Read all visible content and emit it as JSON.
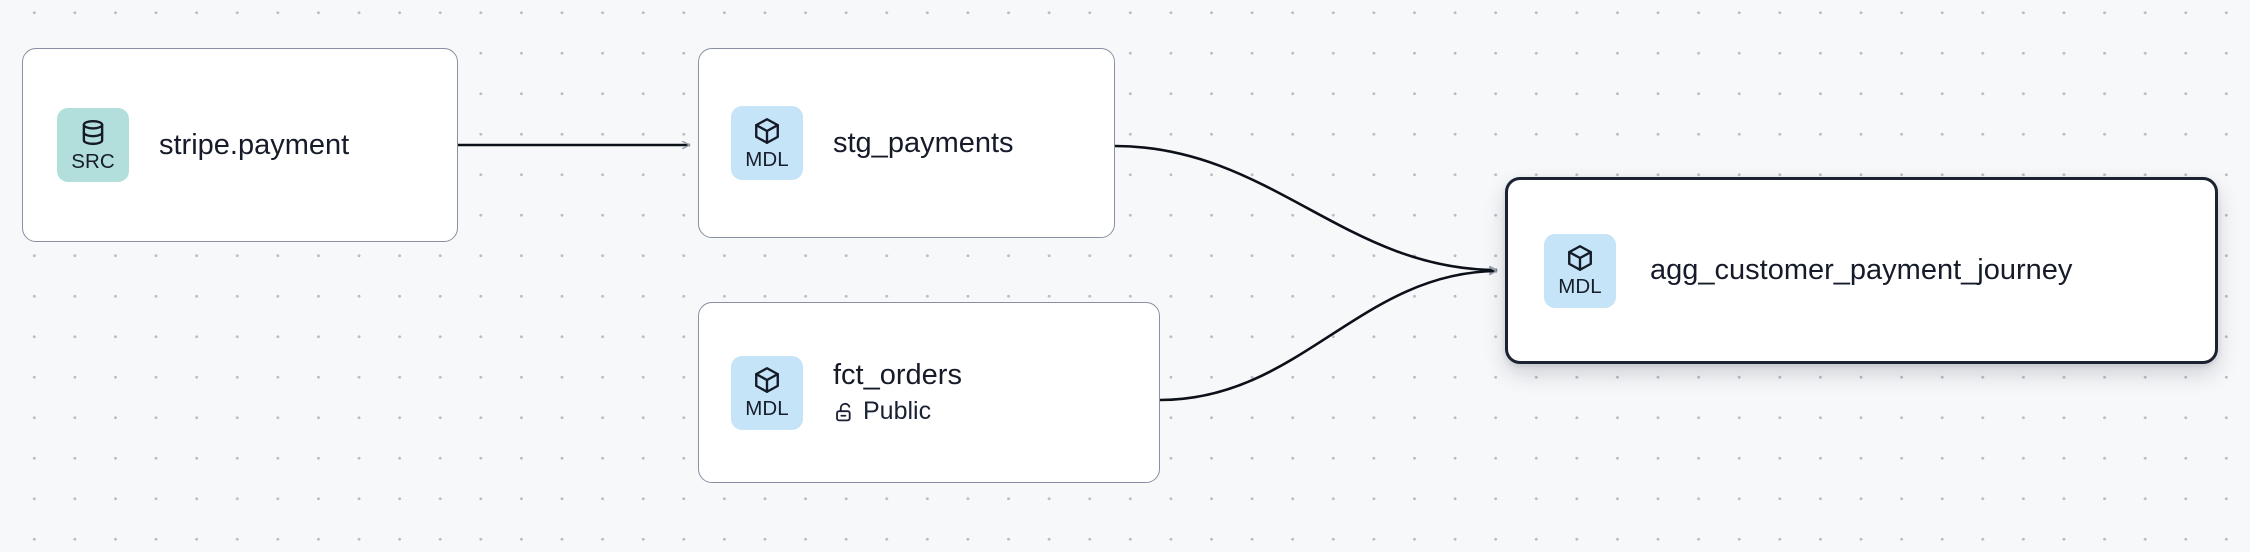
{
  "canvas": {
    "background_color": "#f7f8fa",
    "dot_color": "#b9bdc9",
    "edge_color": "#0b1019",
    "arrow_color": "#9aa0ae"
  },
  "graph": {
    "nodes": [
      {
        "id": "stripe-payment",
        "title": "stripe.payment",
        "badge_label": "SRC",
        "badge_icon": "database-icon",
        "badge_color": "#b2dfdb",
        "selected": false,
        "subtitle": null,
        "subtitle_icon": null
      },
      {
        "id": "stg-payments",
        "title": "stg_payments",
        "badge_label": "MDL",
        "badge_icon": "cube-icon",
        "badge_color": "#c5e4f7",
        "selected": false,
        "subtitle": null,
        "subtitle_icon": null
      },
      {
        "id": "fct-orders",
        "title": "fct_orders",
        "badge_label": "MDL",
        "badge_icon": "cube-icon",
        "badge_color": "#c5e4f7",
        "selected": false,
        "subtitle": "Public",
        "subtitle_icon": "unlock-icon"
      },
      {
        "id": "agg-journey",
        "title": "agg_customer_payment_journey",
        "badge_label": "MDL",
        "badge_icon": "cube-icon",
        "badge_color": "#c5e4f7",
        "selected": true,
        "subtitle": null,
        "subtitle_icon": null
      }
    ],
    "edges": [
      {
        "from": "stripe-payment",
        "to": "stg-payments",
        "style": "straight"
      },
      {
        "from": "stg-payments",
        "to": "agg-journey",
        "style": "bezier"
      },
      {
        "from": "fct-orders",
        "to": "agg-journey",
        "style": "bezier"
      }
    ]
  }
}
